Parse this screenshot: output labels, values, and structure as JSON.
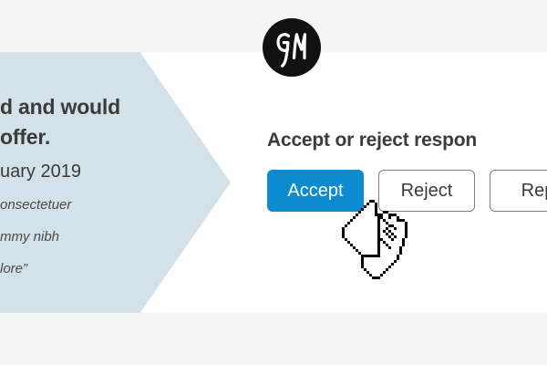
{
  "theme": {
    "page_background": "#f5f5f6",
    "card_background": "#ffffff",
    "panel_background": "#d3e2e8",
    "accent_blue": "#0d8bd1",
    "text_dark": "#3b3b3b",
    "logo_background": "#111111"
  },
  "logo": {
    "icon": "gm-monogram-logo",
    "monogram": "GM"
  },
  "quote_panel": {
    "headline_line_1": "d and would",
    "headline_line_2": "offer.",
    "date": "uary 2019",
    "body_line_1": "onsectetuer",
    "body_line_2": "mmy nibh",
    "body_line_3": "lore”"
  },
  "action": {
    "heading": "Accept or reject respon",
    "buttons": [
      {
        "label": "Accept",
        "name": "accept-button",
        "style": "primary"
      },
      {
        "label": "Reject",
        "name": "reject-button",
        "style": "secondary"
      },
      {
        "label": "Rep",
        "name": "reply-button",
        "style": "secondary"
      }
    ]
  },
  "cursor": {
    "icon": "pointing-hand-cursor"
  }
}
